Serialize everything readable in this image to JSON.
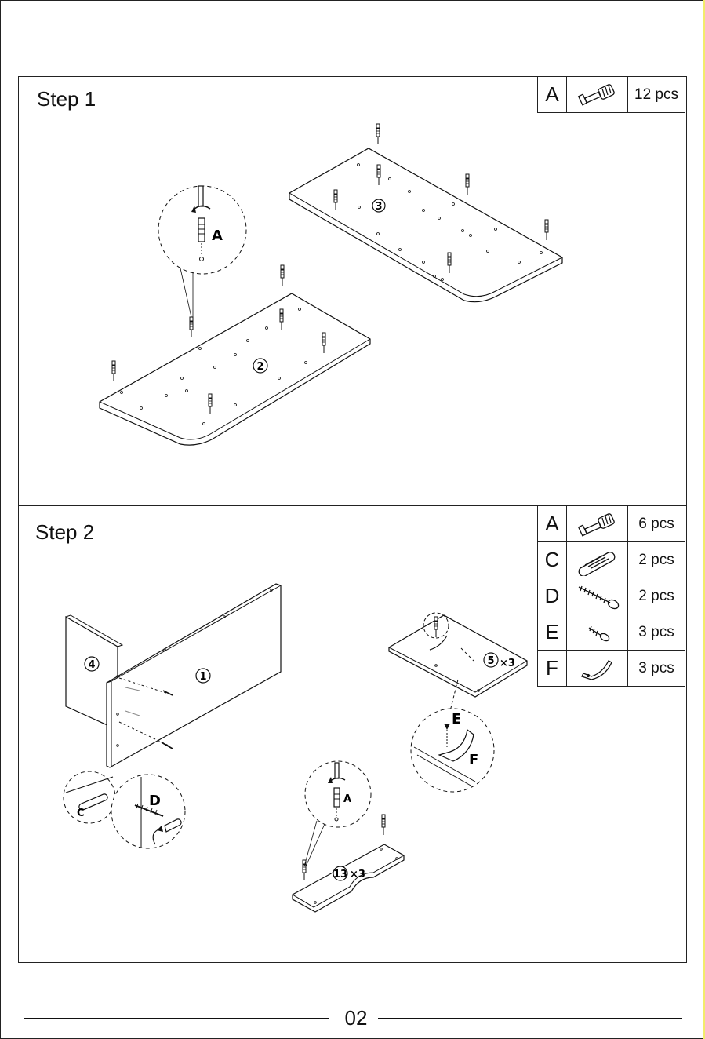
{
  "step1": {
    "title": "Step 1",
    "parts": [
      {
        "letter": "A",
        "icon": "cam-bolt-icon",
        "qty": "12 pcs"
      }
    ],
    "panel_labels": {
      "left": "2",
      "right": "3"
    },
    "callout_letter": "A"
  },
  "step2": {
    "title": "Step 2",
    "parts": [
      {
        "letter": "A",
        "icon": "cam-bolt-icon",
        "qty": "6 pcs"
      },
      {
        "letter": "C",
        "icon": "wood-dowel-icon",
        "qty": "2 pcs"
      },
      {
        "letter": "D",
        "icon": "long-screw-icon",
        "qty": "2 pcs"
      },
      {
        "letter": "E",
        "icon": "short-screw-icon",
        "qty": "3 pcs"
      },
      {
        "letter": "F",
        "icon": "shelf-bracket-icon",
        "qty": "3 pcs"
      }
    ],
    "panel_labels": {
      "side": "4",
      "back": "1",
      "shelf": "5",
      "shelf_mult": "×3",
      "base": "13",
      "base_mult": "×3"
    },
    "callouts": {
      "dowel": "C",
      "screw": "D",
      "bolt": "A",
      "shelf_screw": "E",
      "shelf_bracket": "F"
    }
  },
  "footer": {
    "page_number": "02"
  }
}
